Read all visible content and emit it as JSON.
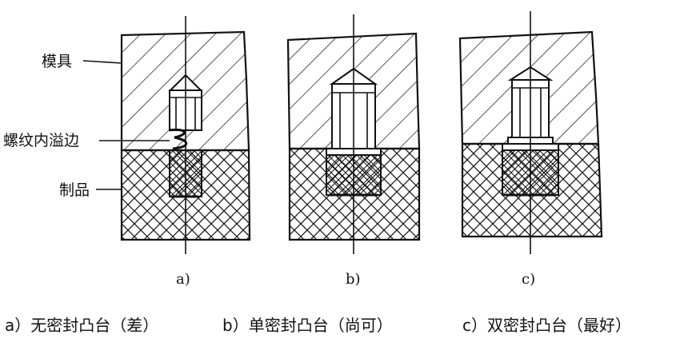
{
  "labels": {
    "mold": "模具",
    "thread_flash": "螺纹内溢边",
    "product": "制品"
  },
  "subfigures": {
    "a": "a)",
    "b": "b)",
    "c": "c)"
  },
  "caption": {
    "a": "a）无密封凸台（差）",
    "b": "b）单密封凸台（尚可）",
    "c": "c）双密封凸台（最好）"
  }
}
